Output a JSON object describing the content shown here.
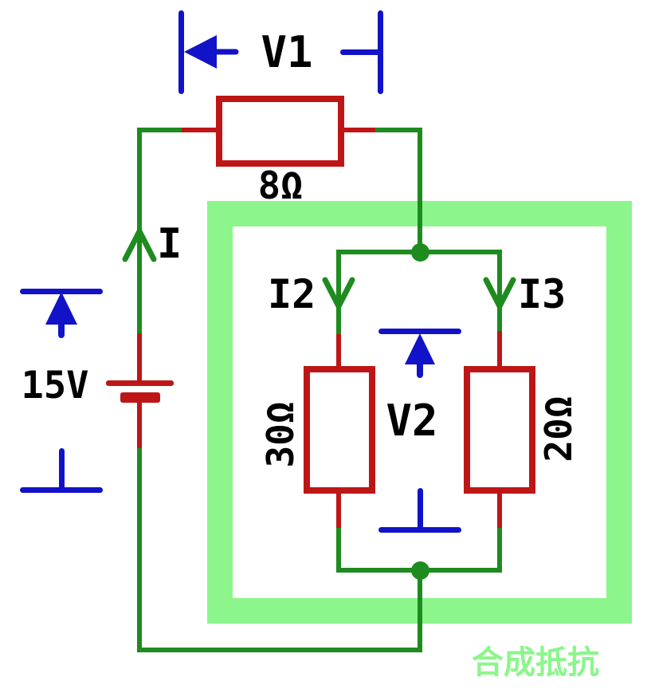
{
  "diagram_type": "dc-circuit-schematic",
  "labels": {
    "v1": "V1",
    "v2": "V2",
    "source_voltage": "15V",
    "current_main": "I",
    "current_branch2": "I2",
    "current_branch3": "I3",
    "resistor_series": "8Ω",
    "resistor_branch2": "30Ω",
    "resistor_branch3": "20Ω",
    "highlight_caption": "合成抵抗"
  },
  "colors": {
    "wire_green": "#1e8b1e",
    "component_red": "#be1616",
    "marker_blue": "#1212c8",
    "highlight_green": "#8cf58c",
    "label_black": "#000000"
  },
  "components": {
    "source": {
      "type": "battery",
      "value": "15V"
    },
    "series_resistor": {
      "value": "8Ω",
      "voltage_label": "V1"
    },
    "parallel_branch_left": {
      "value": "30Ω",
      "current_label": "I2"
    },
    "parallel_branch_right": {
      "value": "20Ω",
      "current_label": "I3"
    },
    "parallel_section_voltage": "V2",
    "main_current": "I",
    "highlighted_region_meaning": "合成抵抗"
  }
}
